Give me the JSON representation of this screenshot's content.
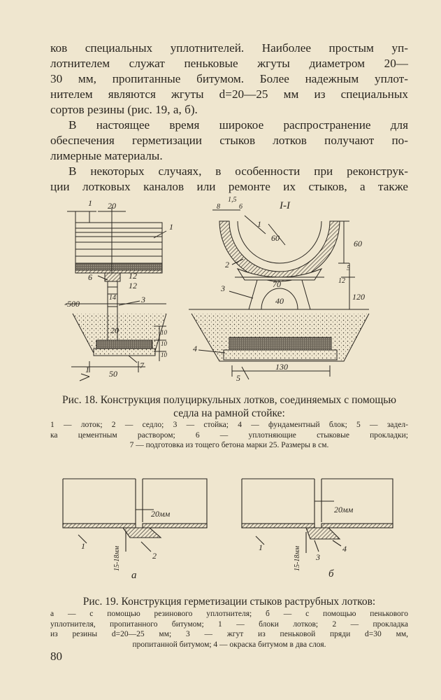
{
  "body_lines": [
    "ков специальных уплотнителей. Наиболее простым уп-",
    "лотнителем служат пеньковые жгуты диаметром 20—",
    "30 мм, пропитанные битумом. Более надежным уплот-",
    "нителем являются жгуты d=20—25 мм из специальных",
    "сортов резины (рис. 19, а, б).",
    "В настоящее время широкое распространение для",
    "обеспечения герметизации стыков лотков получают по-",
    "лимерные материалы.",
    "В некоторых случаях, в особенности при реконструк-",
    "ции лотковых каналов или ремонте их стыков, а также"
  ],
  "fig18": {
    "labels": {
      "dim_1_top": "1",
      "dim_20": "20",
      "callout_1": "1",
      "callout_6": "6",
      "dim_12a": "12",
      "dim_12b": "12",
      "dim_14": "14",
      "dim_500": "-500",
      "callout_3": "3",
      "dim_20_low": "20",
      "dim_10a": "10",
      "dim_10b": "10",
      "dim_10c": "10",
      "callout_7": "7",
      "dim_1_bottom": "1",
      "dim_50": "50",
      "section": "I-I",
      "dim_15": "1,5",
      "dim_8": "8",
      "dim_6": "6",
      "callout_r1": "1",
      "dim_r60": "60",
      "dim_60_right": "60",
      "callout_r2": "2",
      "dim_5": "5",
      "dim_70": "70",
      "dim_12r": "12",
      "callout_r3": "3",
      "dim_40": "40",
      "dim_120": "120",
      "callout_r4": "4",
      "callout_r5": "5",
      "dim_130": "130"
    },
    "caption_title": "Рис. 18. Конструкция полуциркульных лотков, соединяемых с помощью седла на рамной стойке:",
    "caption_lines": [
      "1 — лоток; 2 — седло; 3 — стойка; 4 — фундаментный блок; 5 — задел-",
      "ка цементным раствором; 6 — уплотняющие стыковые прокладки;",
      "7 — подготовка из тощего бетона марки 25. Размеры в см."
    ]
  },
  "fig19": {
    "labels": {
      "a_dim": "20мм",
      "a_callout_1": "1",
      "a_callout_2": "2",
      "a_gap": "15-18мм",
      "a_letter": "а",
      "b_dim": "20мм",
      "b_callout_1": "1",
      "b_callout_3": "3",
      "b_callout_4": "4",
      "b_gap": "15-18мм",
      "b_letter": "б"
    },
    "caption_title": "Рис. 19. Конструкция герметизации стыков раструбных лотков:",
    "caption_lines": [
      "а — с помощью резинового уплотнителя; б — с помощью пенькового",
      "уплотнителя, пропитанного битумом; 1 — блоки лотков; 2 — прокладка",
      "из резины d=20—25 мм; 3 — жгут из пеньковой пряди d=30 мм,",
      "пропитанной битумом; 4 — окраска битумом в два слоя."
    ]
  },
  "page_number": "80"
}
